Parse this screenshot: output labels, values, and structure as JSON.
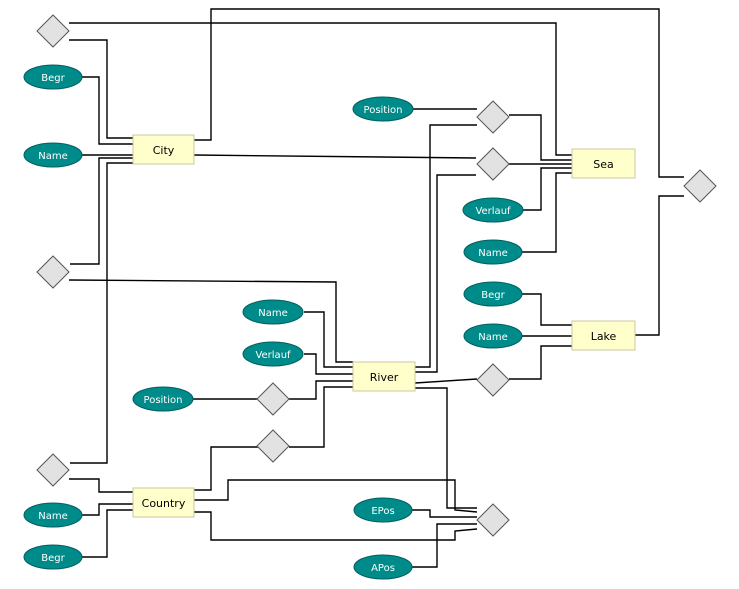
{
  "colors": {
    "entity_fill": "#ffffcc",
    "attribute_fill": "#008b8b",
    "relationship_fill": "#e2e2e2",
    "line": "#000000"
  },
  "entities": {
    "city": "City",
    "sea": "Sea",
    "lake": "Lake",
    "river": "River",
    "country": "Country"
  },
  "attributes": {
    "city_begr": "Begr",
    "city_name": "Name",
    "sea_position": "Position",
    "sea_verlauf": "Verlauf",
    "sea_name": "Name",
    "lake_begr": "Begr",
    "lake_name": "Name",
    "river_name": "Name",
    "river_verlauf": "Verlauf",
    "river_position": "Position",
    "country_name": "Name",
    "country_begr": "Begr",
    "epos": "EPos",
    "apos": "APos"
  }
}
